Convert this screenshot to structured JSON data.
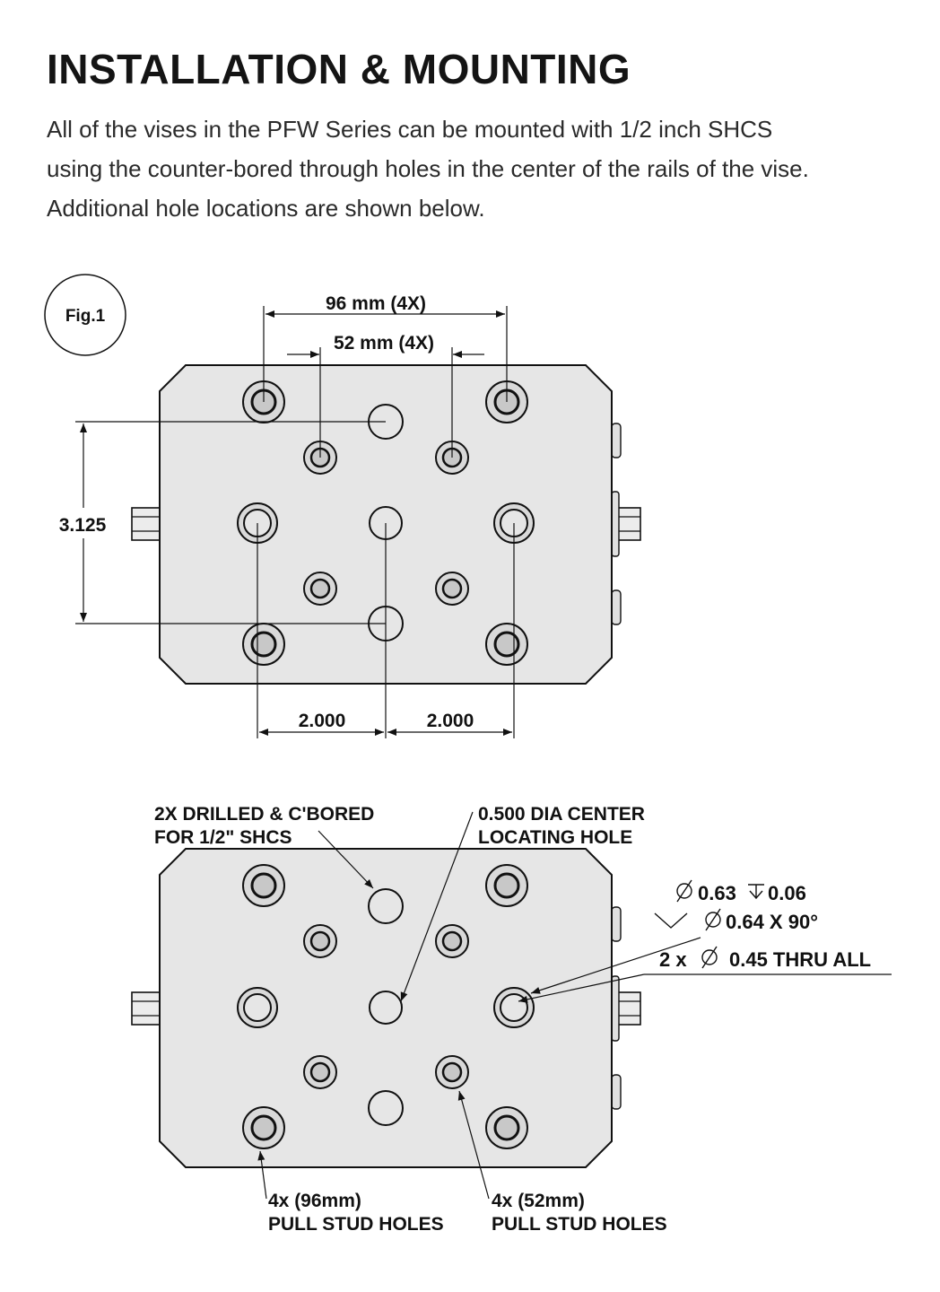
{
  "heading": "INSTALLATION & MOUNTING",
  "intro_lines": [
    "All of the vises in the PFW Series can be mounted with 1/2 inch SHCS",
    "using the counter-bored through holes in the center of the rails of the vise.",
    "Additional hole locations are shown below."
  ],
  "figure1": {
    "label": "Fig.1",
    "dim_96": "96 mm (4X)",
    "dim_52": "52 mm (4X)",
    "dim_vertical": "3.125",
    "dim_left": "2.000",
    "dim_right": "2.000"
  },
  "figure2": {
    "callout_drilled_line1": "2X DRILLED & C'BORED",
    "callout_drilled_line2": "FOR 1/2\" SHCS",
    "callout_center_line1": "0.500 DIA CENTER",
    "callout_center_line2": "LOCATING HOLE",
    "spec_cbore_dia": "0.63",
    "spec_cbore_depth": "0.06",
    "spec_csink": "0.64 X 90°",
    "spec_thru_prefix": "2 x",
    "spec_thru": "0.45 THRU ALL",
    "callout_96_line1": "4x (96mm)",
    "callout_96_line2": "PULL STUD HOLES",
    "callout_52_line1": "4x (52mm)",
    "callout_52_line2": "PULL STUD HOLES"
  },
  "colors": {
    "plate_fill": "#e6e6e6",
    "line": "#111111"
  }
}
